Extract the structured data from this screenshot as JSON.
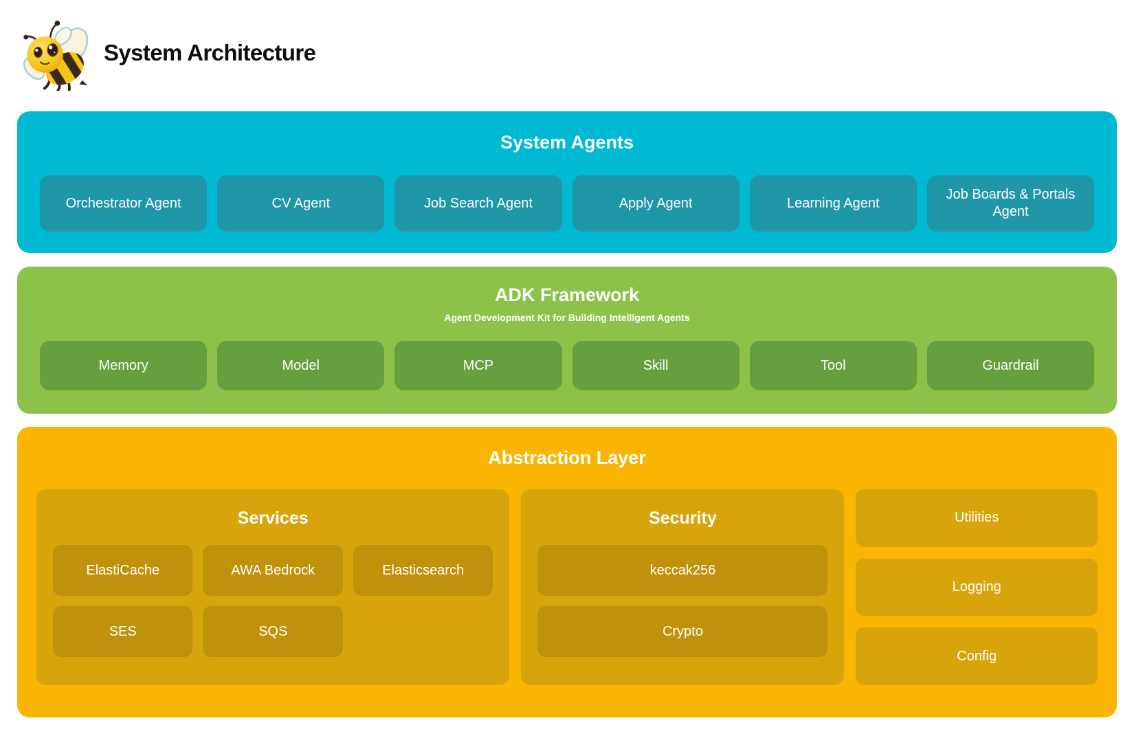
{
  "header": {
    "title": "System Architecture",
    "logo_icon": "bee-mascot"
  },
  "colors": {
    "agents_layer_bg": "#00b9d2",
    "agents_box_bg": "#2096a9",
    "adk_layer_bg": "#8cc24a",
    "adk_box_bg": "#669f3d",
    "abstraction_layer_bg": "#f9b502",
    "abstraction_card_bg": "#d8a40b",
    "abstraction_box_bg": "#c0910a",
    "layer_text": "#ffffff",
    "title_text": "#0d0d0d"
  },
  "layers": {
    "system_agents": {
      "title": "System Agents",
      "boxes": [
        "Orchestrator Agent",
        "CV Agent",
        "Job Search Agent",
        "Apply Agent",
        "Learning Agent",
        "Job Boards & Portals Agent"
      ]
    },
    "adk": {
      "title": "ADK Framework",
      "subtitle": "Agent Development Kit for Building Intelligent Agents",
      "boxes": [
        "Memory",
        "Model",
        "MCP",
        "Skill",
        "Tool",
        "Guardrail"
      ]
    },
    "abstraction": {
      "title": "Abstraction Layer",
      "groups": [
        {
          "title": "Services",
          "items": [
            "ElastiCache",
            "AWA Bedrock",
            "Elasticsearch",
            "SES",
            "SQS"
          ]
        },
        {
          "title": "Security",
          "items": [
            "keccak256",
            "Crypto"
          ]
        }
      ],
      "utility_boxes": [
        "Utilities",
        "Logging",
        "Config"
      ]
    }
  }
}
